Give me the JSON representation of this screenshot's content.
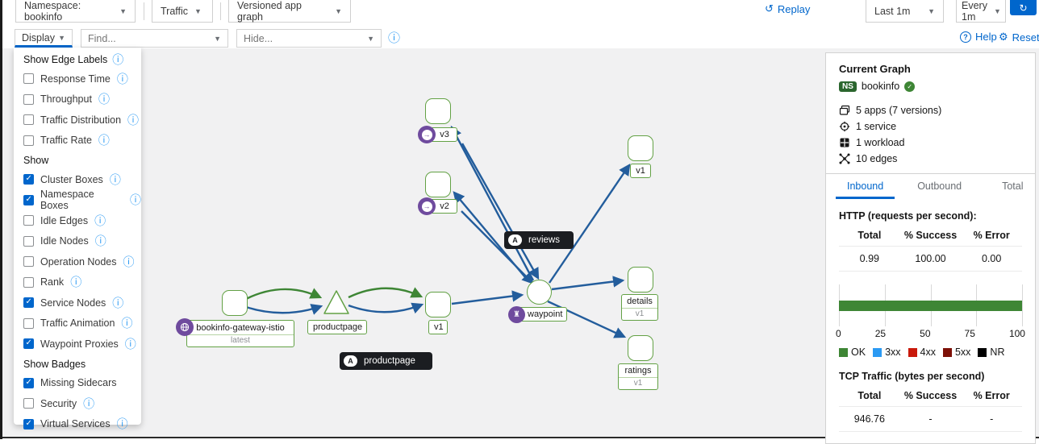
{
  "toolbar": {
    "namespace": "Namespace: bookinfo",
    "traffic": "Traffic",
    "graph_type": "Versioned app graph",
    "replay": "Replay",
    "duration": "Last 1m",
    "refresh_interval": "Every 1m",
    "refresh_glyph": "↻",
    "display": "Display",
    "find_placeholder": "Find...",
    "hide_placeholder": "Hide...",
    "help": "Help",
    "reset": "Reset"
  },
  "display_menu": {
    "edge_labels_header": "Show Edge Labels",
    "show_header": "Show",
    "badges_header": "Show Badges",
    "items": {
      "response_time": {
        "label": "Response Time",
        "checked": false
      },
      "throughput": {
        "label": "Throughput",
        "checked": false
      },
      "traffic_distribution": {
        "label": "Traffic Distribution",
        "checked": false
      },
      "traffic_rate": {
        "label": "Traffic Rate",
        "checked": false
      },
      "cluster_boxes": {
        "label": "Cluster Boxes",
        "checked": true
      },
      "namespace_boxes": {
        "label": "Namespace Boxes",
        "checked": true
      },
      "idle_edges": {
        "label": "Idle Edges",
        "checked": false
      },
      "idle_nodes": {
        "label": "Idle Nodes",
        "checked": false
      },
      "operation_nodes": {
        "label": "Operation Nodes",
        "checked": false
      },
      "rank": {
        "label": "Rank",
        "checked": false
      },
      "service_nodes": {
        "label": "Service Nodes",
        "checked": true
      },
      "traffic_animation": {
        "label": "Traffic Animation",
        "checked": false
      },
      "waypoint_proxies": {
        "label": "Waypoint Proxies",
        "checked": true
      },
      "missing_sidecars": {
        "label": "Missing Sidecars",
        "checked": true
      },
      "security": {
        "label": "Security",
        "checked": false
      },
      "virtual_services": {
        "label": "Virtual Services",
        "checked": true
      }
    }
  },
  "graph": {
    "app_badge": "A",
    "nodes": {
      "gateway": {
        "label": "bookinfo-gateway-istio",
        "sub": "latest"
      },
      "productpage_service": {
        "label": "productpage"
      },
      "productpage_v1": {
        "label": "v1"
      },
      "productpage_app": {
        "label": "productpage"
      },
      "reviews_v3": {
        "label": "v3"
      },
      "reviews_v2": {
        "label": "v2"
      },
      "reviews_v1": {
        "label": "v1"
      },
      "reviews_app": {
        "label": "reviews"
      },
      "waypoint": {
        "label": "waypoint"
      },
      "details": {
        "label": "details",
        "sub": "v1"
      },
      "ratings": {
        "label": "ratings",
        "sub": "v1"
      }
    },
    "edges_summary": [
      {
        "from": "bookinfo-gateway-istio",
        "to": "productpage (service)",
        "protocols": [
          "http",
          "tcp"
        ]
      },
      {
        "from": "productpage (service)",
        "to": "productpage v1",
        "protocols": [
          "http",
          "tcp"
        ]
      },
      {
        "from": "productpage v1",
        "to": "waypoint",
        "protocols": [
          "tcp"
        ]
      },
      {
        "from": "waypoint",
        "to": "reviews v1",
        "protocols": [
          "tcp"
        ]
      },
      {
        "from": "waypoint",
        "to": "reviews v2",
        "protocols": [
          "tcp"
        ]
      },
      {
        "from": "waypoint",
        "to": "reviews v3",
        "protocols": [
          "tcp"
        ]
      },
      {
        "from": "waypoint",
        "to": "details v1",
        "protocols": [
          "tcp"
        ]
      },
      {
        "from": "waypoint",
        "to": "ratings v1",
        "protocols": [
          "tcp"
        ]
      }
    ]
  },
  "side_panel": {
    "title": "Current Graph",
    "ns_badge": "NS",
    "namespace": "bookinfo",
    "stats": {
      "apps": "5 apps (7 versions)",
      "services": "1 service",
      "workloads": "1 workload",
      "edges": "10 edges"
    },
    "tabs": {
      "inbound": "Inbound",
      "outbound": "Outbound",
      "total": "Total"
    },
    "http": {
      "title": "HTTP (requests per second):",
      "headers": {
        "total": "Total",
        "success": "% Success",
        "error": "% Error"
      },
      "values": {
        "total": "0.99",
        "success": "100.00",
        "error": "0.00"
      },
      "chart_data": {
        "type": "bar",
        "orientation": "horizontal",
        "series": [
          {
            "name": "OK",
            "value": 100,
            "color": "#3e8635"
          }
        ],
        "xticks": [
          "0",
          "25",
          "50",
          "75",
          "100"
        ],
        "xlim": [
          0,
          100
        ]
      },
      "legend": [
        {
          "label": "OK",
          "color": "#3e8635"
        },
        {
          "label": "3xx",
          "color": "#2b9af3"
        },
        {
          "label": "4xx",
          "color": "#c9190b"
        },
        {
          "label": "5xx",
          "color": "#7d1007"
        },
        {
          "label": "NR",
          "color": "#000000"
        }
      ]
    },
    "tcp": {
      "title": "TCP Traffic (bytes per second)",
      "headers": {
        "total": "Total",
        "success": "% Success",
        "error": "% Error"
      },
      "values": {
        "total": "946.76",
        "success": "-",
        "error": "-"
      }
    }
  },
  "colors": {
    "accent": "#0066cc",
    "edge_http": "#3e8635",
    "edge_tcp": "#235d9c",
    "node_border": "#63a145",
    "badge_purple": "#6f4b9e",
    "ns_badge_green": "#2b662e"
  }
}
